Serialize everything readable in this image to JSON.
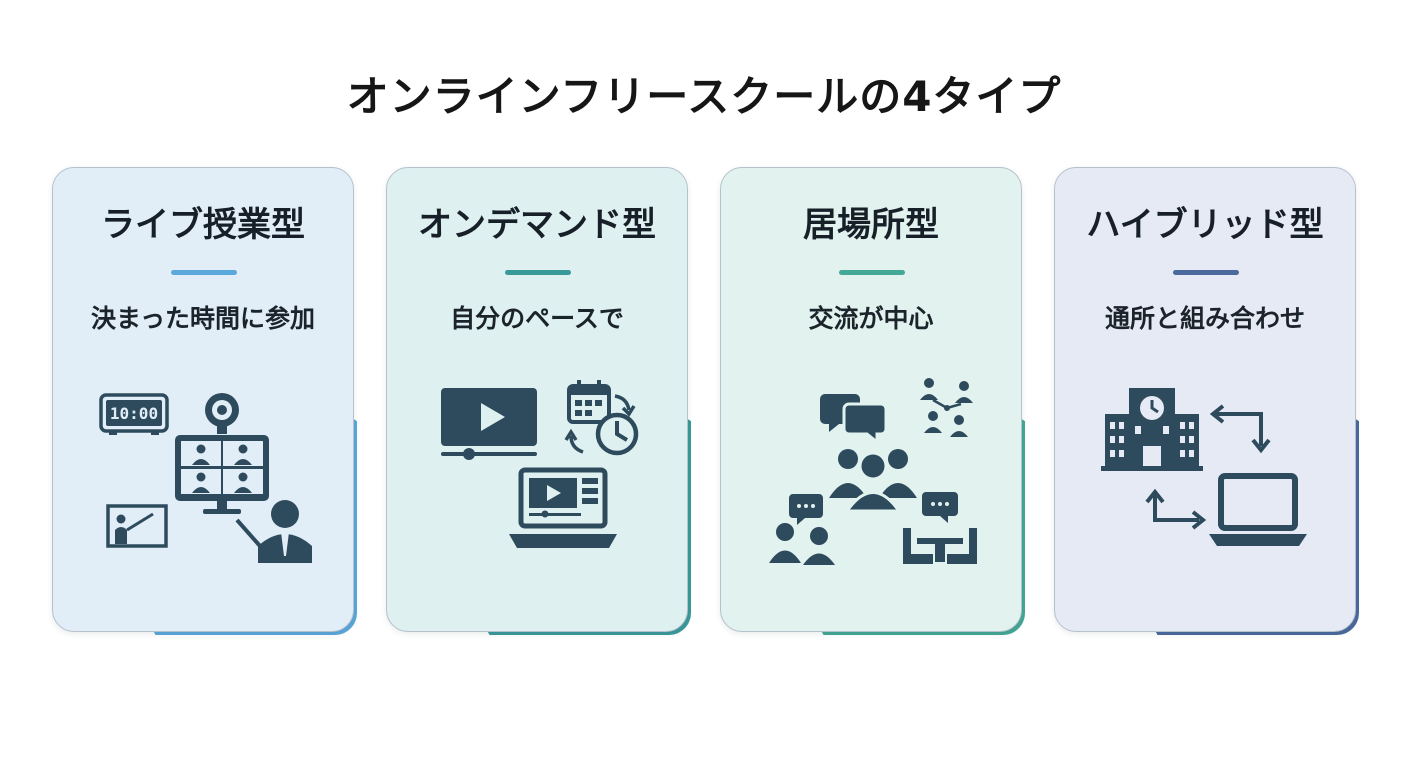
{
  "title": "オンラインフリースクールの4タイプ",
  "icon_color": "#2e4b5e",
  "cards": [
    {
      "title": "ライブ授業型",
      "subtitle": "決まった時間に参加",
      "bg": "#e1eef8",
      "accent": "#5aa8dc",
      "icons": [
        "digital-clock-icon",
        "webcam-icon",
        "video-conference-grid-icon",
        "whiteboard-teacher-icon",
        "presenter-icon"
      ],
      "clock_text": "10:00"
    },
    {
      "title": "オンデマンド型",
      "subtitle": "自分のペースで",
      "bg": "#def0ef",
      "accent": "#3a9a9a",
      "icons": [
        "video-player-icon",
        "calendar-clock-icon",
        "laptop-video-icon"
      ]
    },
    {
      "title": "居場所型",
      "subtitle": "交流が中心",
      "bg": "#e2f2ee",
      "accent": "#43a896",
      "icons": [
        "speech-bubbles-icon",
        "group-people-icon",
        "network-people-icon",
        "chatting-pair-icon",
        "meeting-table-icon"
      ]
    },
    {
      "title": "ハイブリッド型",
      "subtitle": "通所と組み合わせ",
      "bg": "#e6eaf5",
      "accent": "#4a6a9e",
      "icons": [
        "school-building-icon",
        "arrow-exchange-icon",
        "laptop-icon"
      ]
    }
  ]
}
